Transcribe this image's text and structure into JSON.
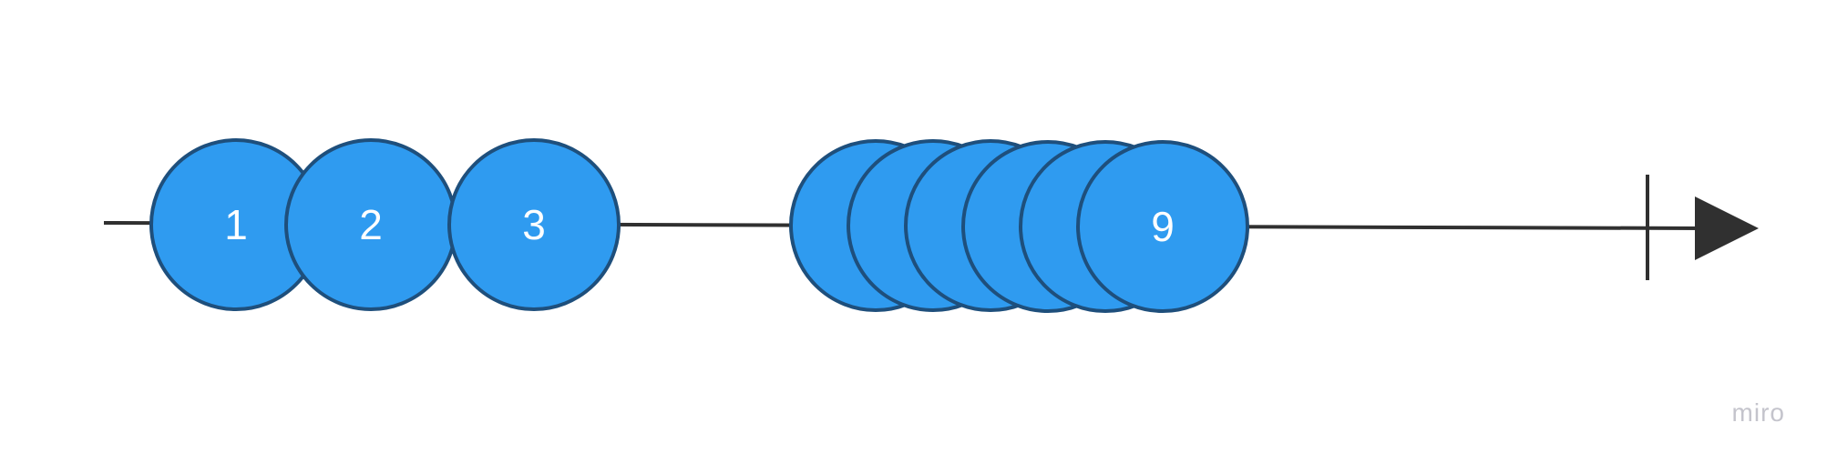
{
  "diagram": {
    "marble_fill": "#2f9bf0",
    "marble_stroke": "#1e4f7c",
    "line_color": "#303030",
    "marbles": [
      {
        "label": "1"
      },
      {
        "label": "2"
      },
      {
        "label": "3"
      },
      {
        "label": ""
      },
      {
        "label": ""
      },
      {
        "label": ""
      },
      {
        "label": ""
      },
      {
        "label": ""
      },
      {
        "label": "9"
      }
    ]
  },
  "watermark": {
    "text": "miro",
    "color": "#c4c4cc"
  }
}
